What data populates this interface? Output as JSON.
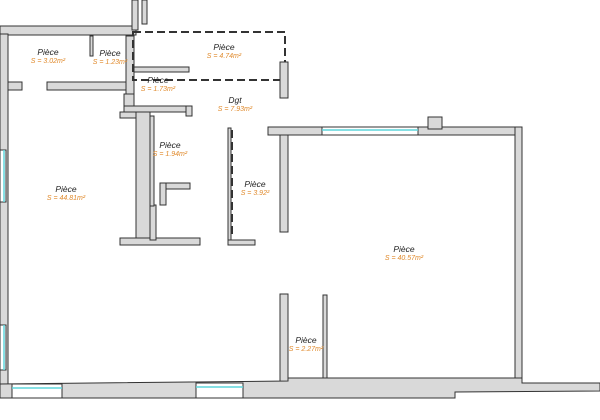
{
  "rooms": [
    {
      "name": "Pièce",
      "area": "S = 3.02m²"
    },
    {
      "name": "Pièce",
      "area": "S = 1.23m²"
    },
    {
      "name": "Pièce",
      "area": "S = 4.74m²"
    },
    {
      "name": "Pièce",
      "area": "S = 1.73m²"
    },
    {
      "name": "Dgt",
      "area": "S = 7.93m²"
    },
    {
      "name": "Pièce",
      "area": "S = 1.94m²"
    },
    {
      "name": "Pièce",
      "area": "S = 44.81m²"
    },
    {
      "name": "Pièce",
      "area": "S = 3.92²"
    },
    {
      "name": "Pièce",
      "area": "S = 40.57m²"
    },
    {
      "name": "Pièce",
      "area": "S = 2.27m²"
    }
  ],
  "colors": {
    "wall": "#d9d9d9",
    "window": "#5fd6dc",
    "area_text": "#e08a2c"
  }
}
